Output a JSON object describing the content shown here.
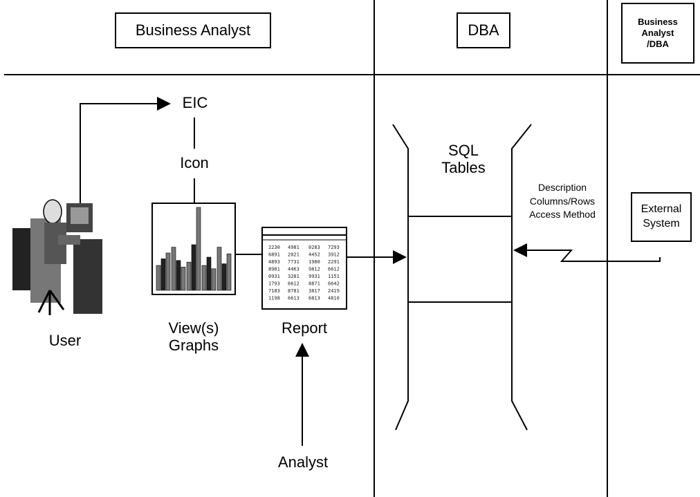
{
  "lanes": {
    "business_analyst": "Business Analyst",
    "dba": "DBA",
    "business_analyst_dba": [
      "Business",
      "Analyst",
      "/DBA"
    ]
  },
  "nodes": {
    "eic": "EIC",
    "icon": "Icon",
    "user": "User",
    "views": [
      "View(s)",
      "Graphs"
    ],
    "report": "Report",
    "analyst": "Analyst",
    "sql_tables": [
      "SQL",
      "Tables"
    ],
    "description": [
      "Description",
      "Columns/Rows",
      "Access Method"
    ],
    "external_system": [
      "External",
      "System"
    ]
  },
  "report_cells": [
    [
      "2230",
      "4981",
      "0283",
      "7293"
    ],
    [
      "6891",
      "2021",
      "4452",
      "3912"
    ],
    [
      "4893",
      "7731",
      "1980",
      "2291"
    ],
    [
      "8981",
      "4463",
      "9812",
      "6612"
    ],
    [
      "0931",
      "3281",
      "9931",
      "1151"
    ],
    [
      "1793",
      "6612",
      "8871",
      "6642"
    ],
    [
      "7183",
      "8781",
      "3817",
      "2419"
    ],
    [
      "1198",
      "6613",
      "6813",
      "4810"
    ]
  ],
  "graph_bars": [
    [
      0.3,
      0.38,
      0.45
    ],
    [
      0.52,
      0.36,
      0.28
    ],
    [
      0.34,
      0.55,
      1.0
    ],
    [
      0.3,
      0.4,
      0.26
    ],
    [
      0.52,
      0.32,
      0.44
    ]
  ]
}
